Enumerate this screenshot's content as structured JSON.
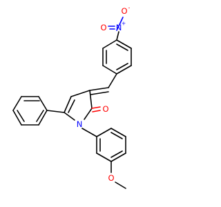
{
  "molecule": {
    "colors": {
      "carbon_bond": "#000000",
      "oxygen": "#ff0000",
      "nitrogen": "#0000ff",
      "background": "#ffffff"
    },
    "labels": {
      "nitro_n": "N",
      "nitro_n_charge": "+",
      "nitro_o_top": "O",
      "nitro_o_top_charge": "-",
      "nitro_o_left": "O",
      "carbonyl_o": "O",
      "ring_n": "N",
      "methoxy_o": "O"
    }
  }
}
